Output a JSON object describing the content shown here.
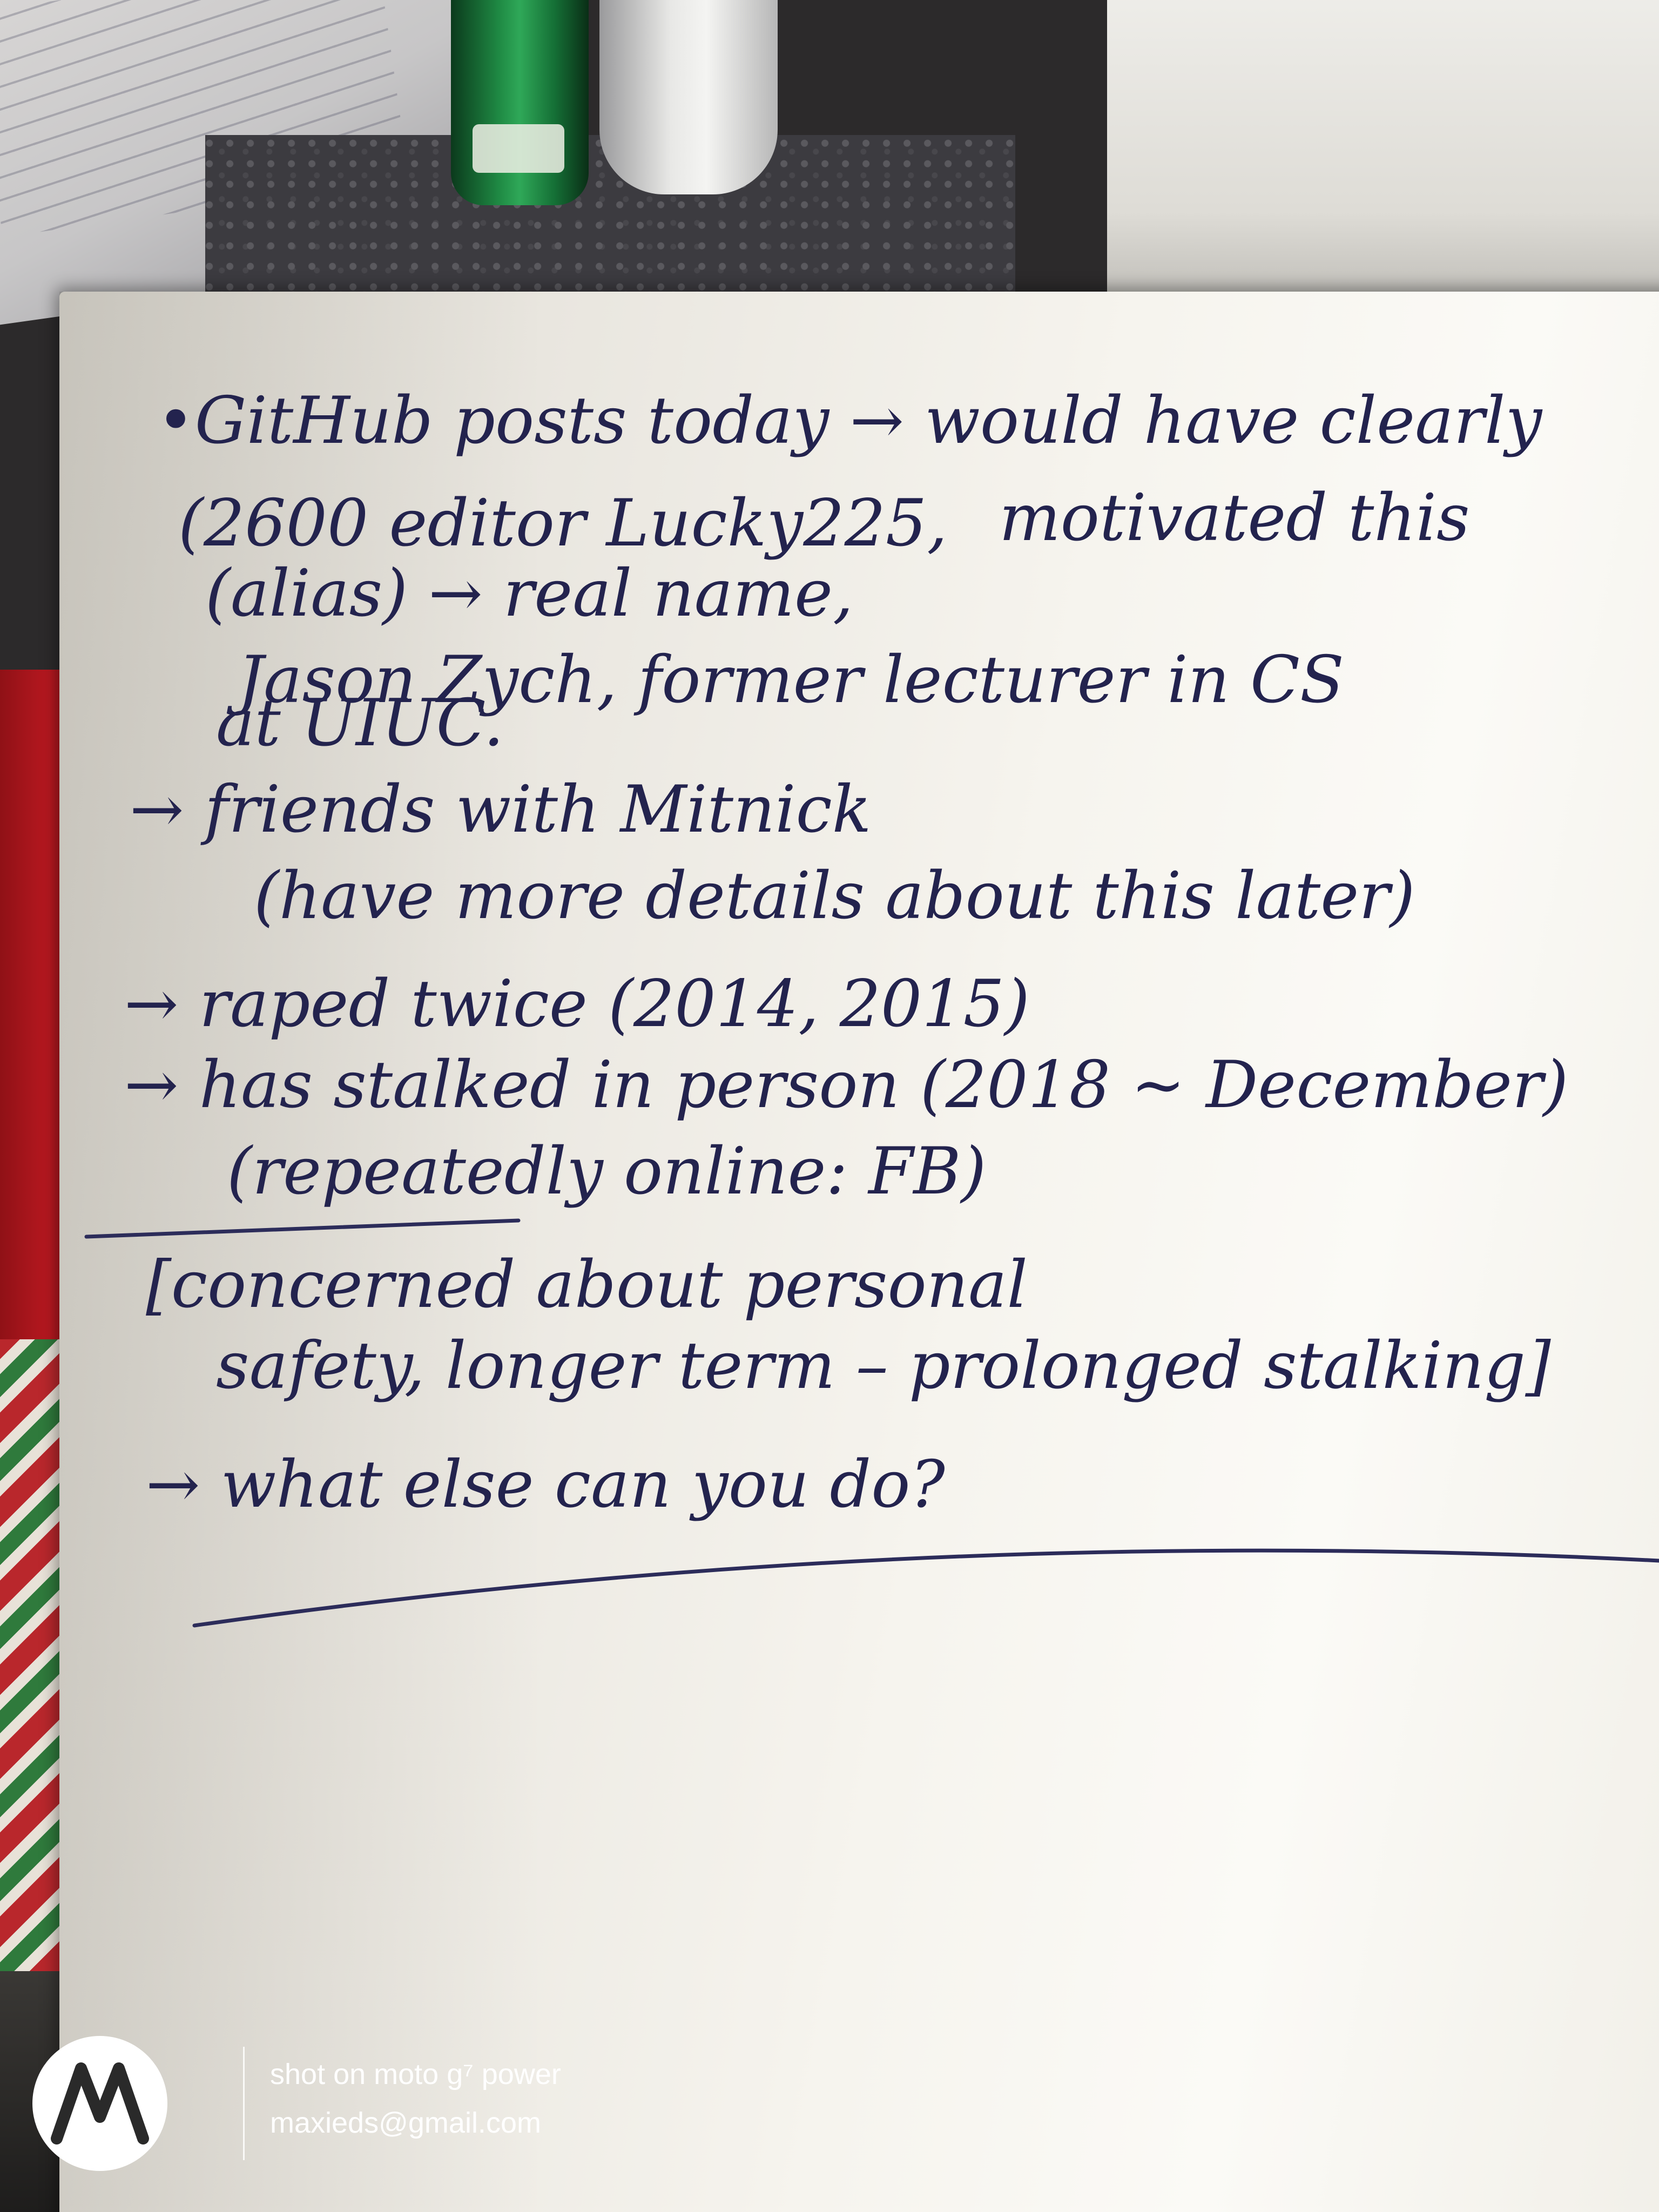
{
  "note": {
    "lines": [
      "•GitHub posts today → would have clearly",
      "motivated this",
      "(2600 editor Lucky225,",
      "(alias) → real name,",
      "Jason Zych, former lecturer in CS",
      "at UIUC.",
      "→ friends with Mitnick",
      "(have more details about this later)",
      "→ raped twice (2014, 2015)",
      "→ has stalked in person (2018 ~ December)",
      "(repeatedly online: FB)",
      "[concerned about personal",
      "safety, longer term – prolonged stalking]",
      "→ what else can you do?"
    ]
  },
  "watermark": {
    "logo": "motorola-logo",
    "line1": "shot on moto g⁷ power",
    "line2": "maxieds@gmail.com"
  }
}
